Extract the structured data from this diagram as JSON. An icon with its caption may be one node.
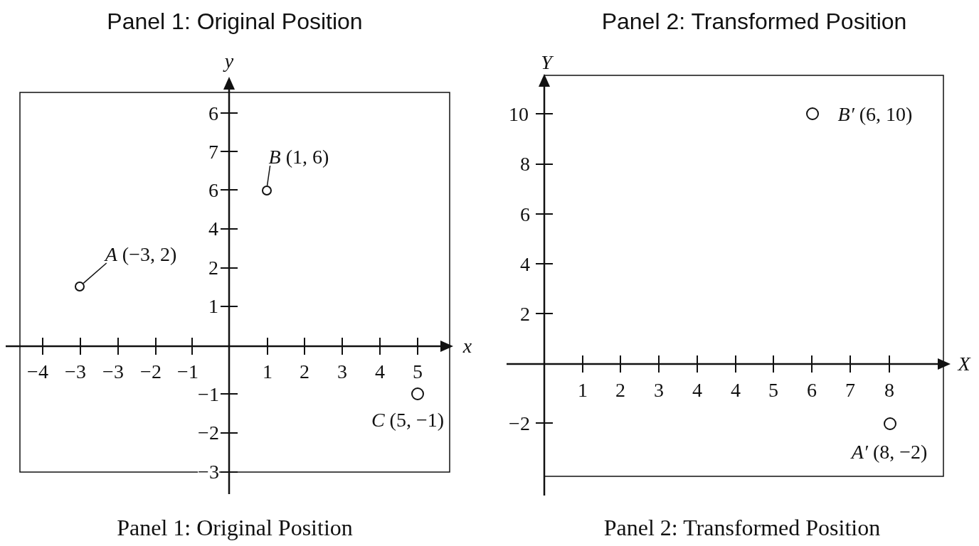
{
  "diagram": {
    "nodes": [
      {
        "text": [
          "*A* (−3, 2)"
        ]
      },
      {
        "text": [],
        "shape": "circle"
      },
      {
        "text": [
          "*B* (1, 6)"
        ]
      },
      {
        "text": [],
        "shape": "circle"
      }
    ],
    "edges": [
      {
        "from": 0,
        "to": 1,
        "arrow": "none"
      },
      {
        "from": 2,
        "to": 3,
        "arrow": "none"
      }
    ],
    "labels": [
      "Panel 1: Original Position",
      "Panel 2: Transformed Position",
      "y",
      "6",
      "7",
      "6",
      "4",
      "2",
      "1",
      "−1",
      "−2",
      "−3",
      "−4",
      "−3",
      "−3",
      "−2",
      "−1",
      "1",
      "2",
      "3",
      "4",
      "5",
      "x",
      "*C* (5, −1)",
      "Y",
      "10",
      "8",
      "6",
      "4",
      "2",
      "−2",
      "1",
      "2",
      "3",
      "4",
      "4",
      "5",
      "6",
      "7",
      "8",
      "X",
      "*B′* (6, 10)",
      "*A′* (8, −2)",
      "Panel 1: Original Position",
      "Panel 2: Transformed Position"
    ]
  }
}
